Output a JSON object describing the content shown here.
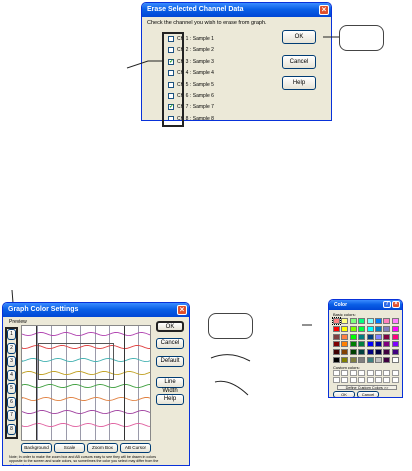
{
  "erase_dialog": {
    "title": "Erase Selected Channel Data",
    "instruction": "Check the channel you wish to erase from graph.",
    "channels": [
      {
        "ch": "CH 1",
        "label": ": Sample 1",
        "checked": false
      },
      {
        "ch": "CH 2",
        "label": ": Sample 2",
        "checked": false
      },
      {
        "ch": "CH 3",
        "label": ": Sample 3",
        "checked": true
      },
      {
        "ch": "CH 4",
        "label": ": Sample 4",
        "checked": false
      },
      {
        "ch": "CH 5",
        "label": ": Sample 5",
        "checked": false
      },
      {
        "ch": "CH 6",
        "label": ": Sample 6",
        "checked": false
      },
      {
        "ch": "CH 7",
        "label": ": Sample 7",
        "checked": true
      },
      {
        "ch": "CH 8",
        "label": ": Sample 8",
        "checked": false
      }
    ],
    "ok_label": "OK",
    "cancel_label": "Cancel",
    "help_label": "Help"
  },
  "graph_dialog": {
    "title": "Graph Color Settings",
    "preview_label": "Preview",
    "channel_numbers": [
      "1",
      "2",
      "3",
      "4",
      "5",
      "6",
      "7",
      "8"
    ],
    "buttons": {
      "ok": "OK",
      "cancel": "Cancel",
      "default": "Default",
      "line_width": "Line Width",
      "help": "Help"
    },
    "tabs": [
      "Background",
      "Scale",
      "Zoom Box",
      "AB Cursor"
    ],
    "note": "Note; In order to make the zoom box and AB cursors easy to see they will be drawn in colors opposite to the screen and scale colors, so sometimes the color you select may differ from the displayed color.",
    "line_colors": [
      "#b040b0",
      "#e04040",
      "#40b0b0",
      "#c0a020",
      "#40a040",
      "#e08040",
      "#a040a0",
      "#e060a0"
    ]
  },
  "color_dialog": {
    "title": "Color",
    "basic_label": "Basic colors:",
    "custom_label": "Custom colors:",
    "define_label": "Define Custom Colors >>",
    "ok_label": "OK",
    "cancel_label": "Cancel",
    "basic_colors": [
      "#ff8080",
      "#ffff80",
      "#80ff80",
      "#00ff80",
      "#80ffff",
      "#0080ff",
      "#ff80c0",
      "#ff80ff",
      "#ff0000",
      "#ffff00",
      "#80ff00",
      "#00ff40",
      "#00ffff",
      "#0080c0",
      "#8080c0",
      "#ff00ff",
      "#804040",
      "#ff8040",
      "#00ff00",
      "#008080",
      "#004080",
      "#8080ff",
      "#800040",
      "#ff0080",
      "#800000",
      "#ff8000",
      "#008000",
      "#008040",
      "#0000ff",
      "#0000a0",
      "#800080",
      "#8000ff",
      "#400000",
      "#804000",
      "#004000",
      "#004040",
      "#000080",
      "#000040",
      "#400040",
      "#400080",
      "#000000",
      "#808000",
      "#808040",
      "#808080",
      "#408080",
      "#c0c0c0",
      "#400040",
      "#ffffff"
    ]
  }
}
